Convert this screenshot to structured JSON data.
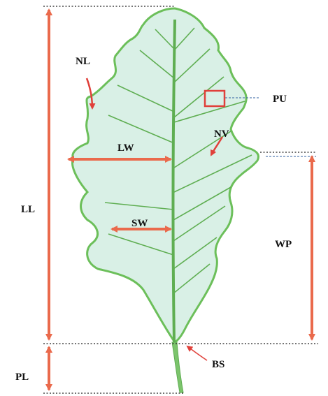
{
  "labels": {
    "ll": "LL",
    "pl": "PL",
    "nl": "NL",
    "lw": "LW",
    "sw": "SW",
    "nv": "NV",
    "pu": "PU",
    "wp": "WP",
    "bs": "BS"
  },
  "colors": {
    "leaf_fill": "#d9f0e6",
    "leaf_outline": "#6cbf5a",
    "vein": "#5fae52",
    "arrow": "#ea6a4c",
    "marker": "#e0403a",
    "guide_line": "#222222"
  }
}
